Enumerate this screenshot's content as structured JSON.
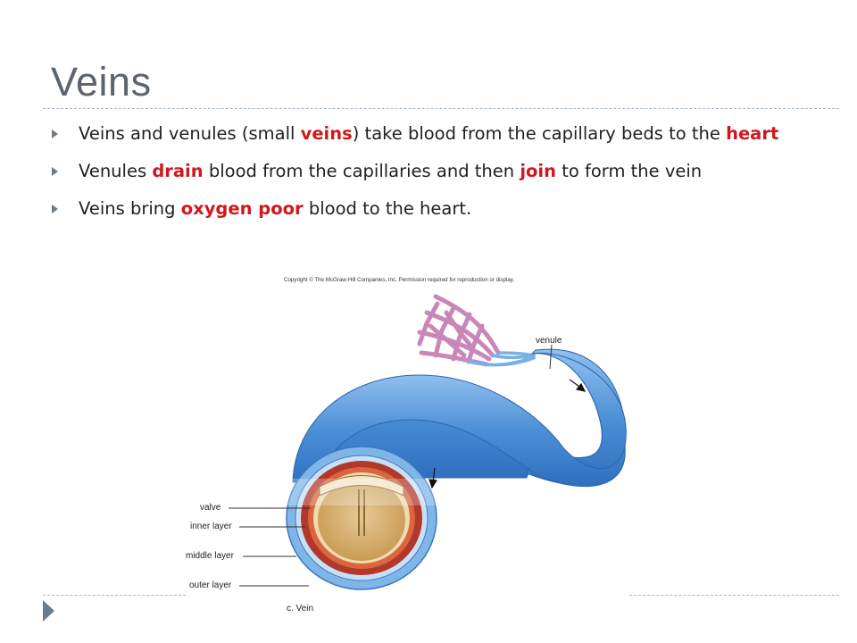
{
  "slide": {
    "title": "Veins",
    "bullets": [
      {
        "pre": "Veins and venules (small ",
        "em1": "veins",
        "mid": ") take blood from the capillary beds to the ",
        "em2": "heart",
        "post": ""
      },
      {
        "pre": "Venules ",
        "em1": "drain",
        "mid": " blood from the capillaries and then ",
        "em2": "join",
        "post": " to form the vein"
      },
      {
        "pre": "Veins bring ",
        "em1": "oxygen poor",
        "mid": " blood to the heart.",
        "em2": "",
        "post": ""
      }
    ]
  },
  "figure": {
    "copyright": "Copyright © The McGraw-Hill Companies, Inc. Permission required for reproduction or display.",
    "labels": {
      "venule": "venule",
      "valve": "valve",
      "inner_layer": "inner layer",
      "middle_layer": "middle layer",
      "outer_layer": "outer layer",
      "caption": "c.  Vein"
    }
  },
  "colors": {
    "title": "#5b6470",
    "emphasis": "#d0181c",
    "vein_blue": "#4b8fd6",
    "capillary_pink": "#c987b8"
  }
}
